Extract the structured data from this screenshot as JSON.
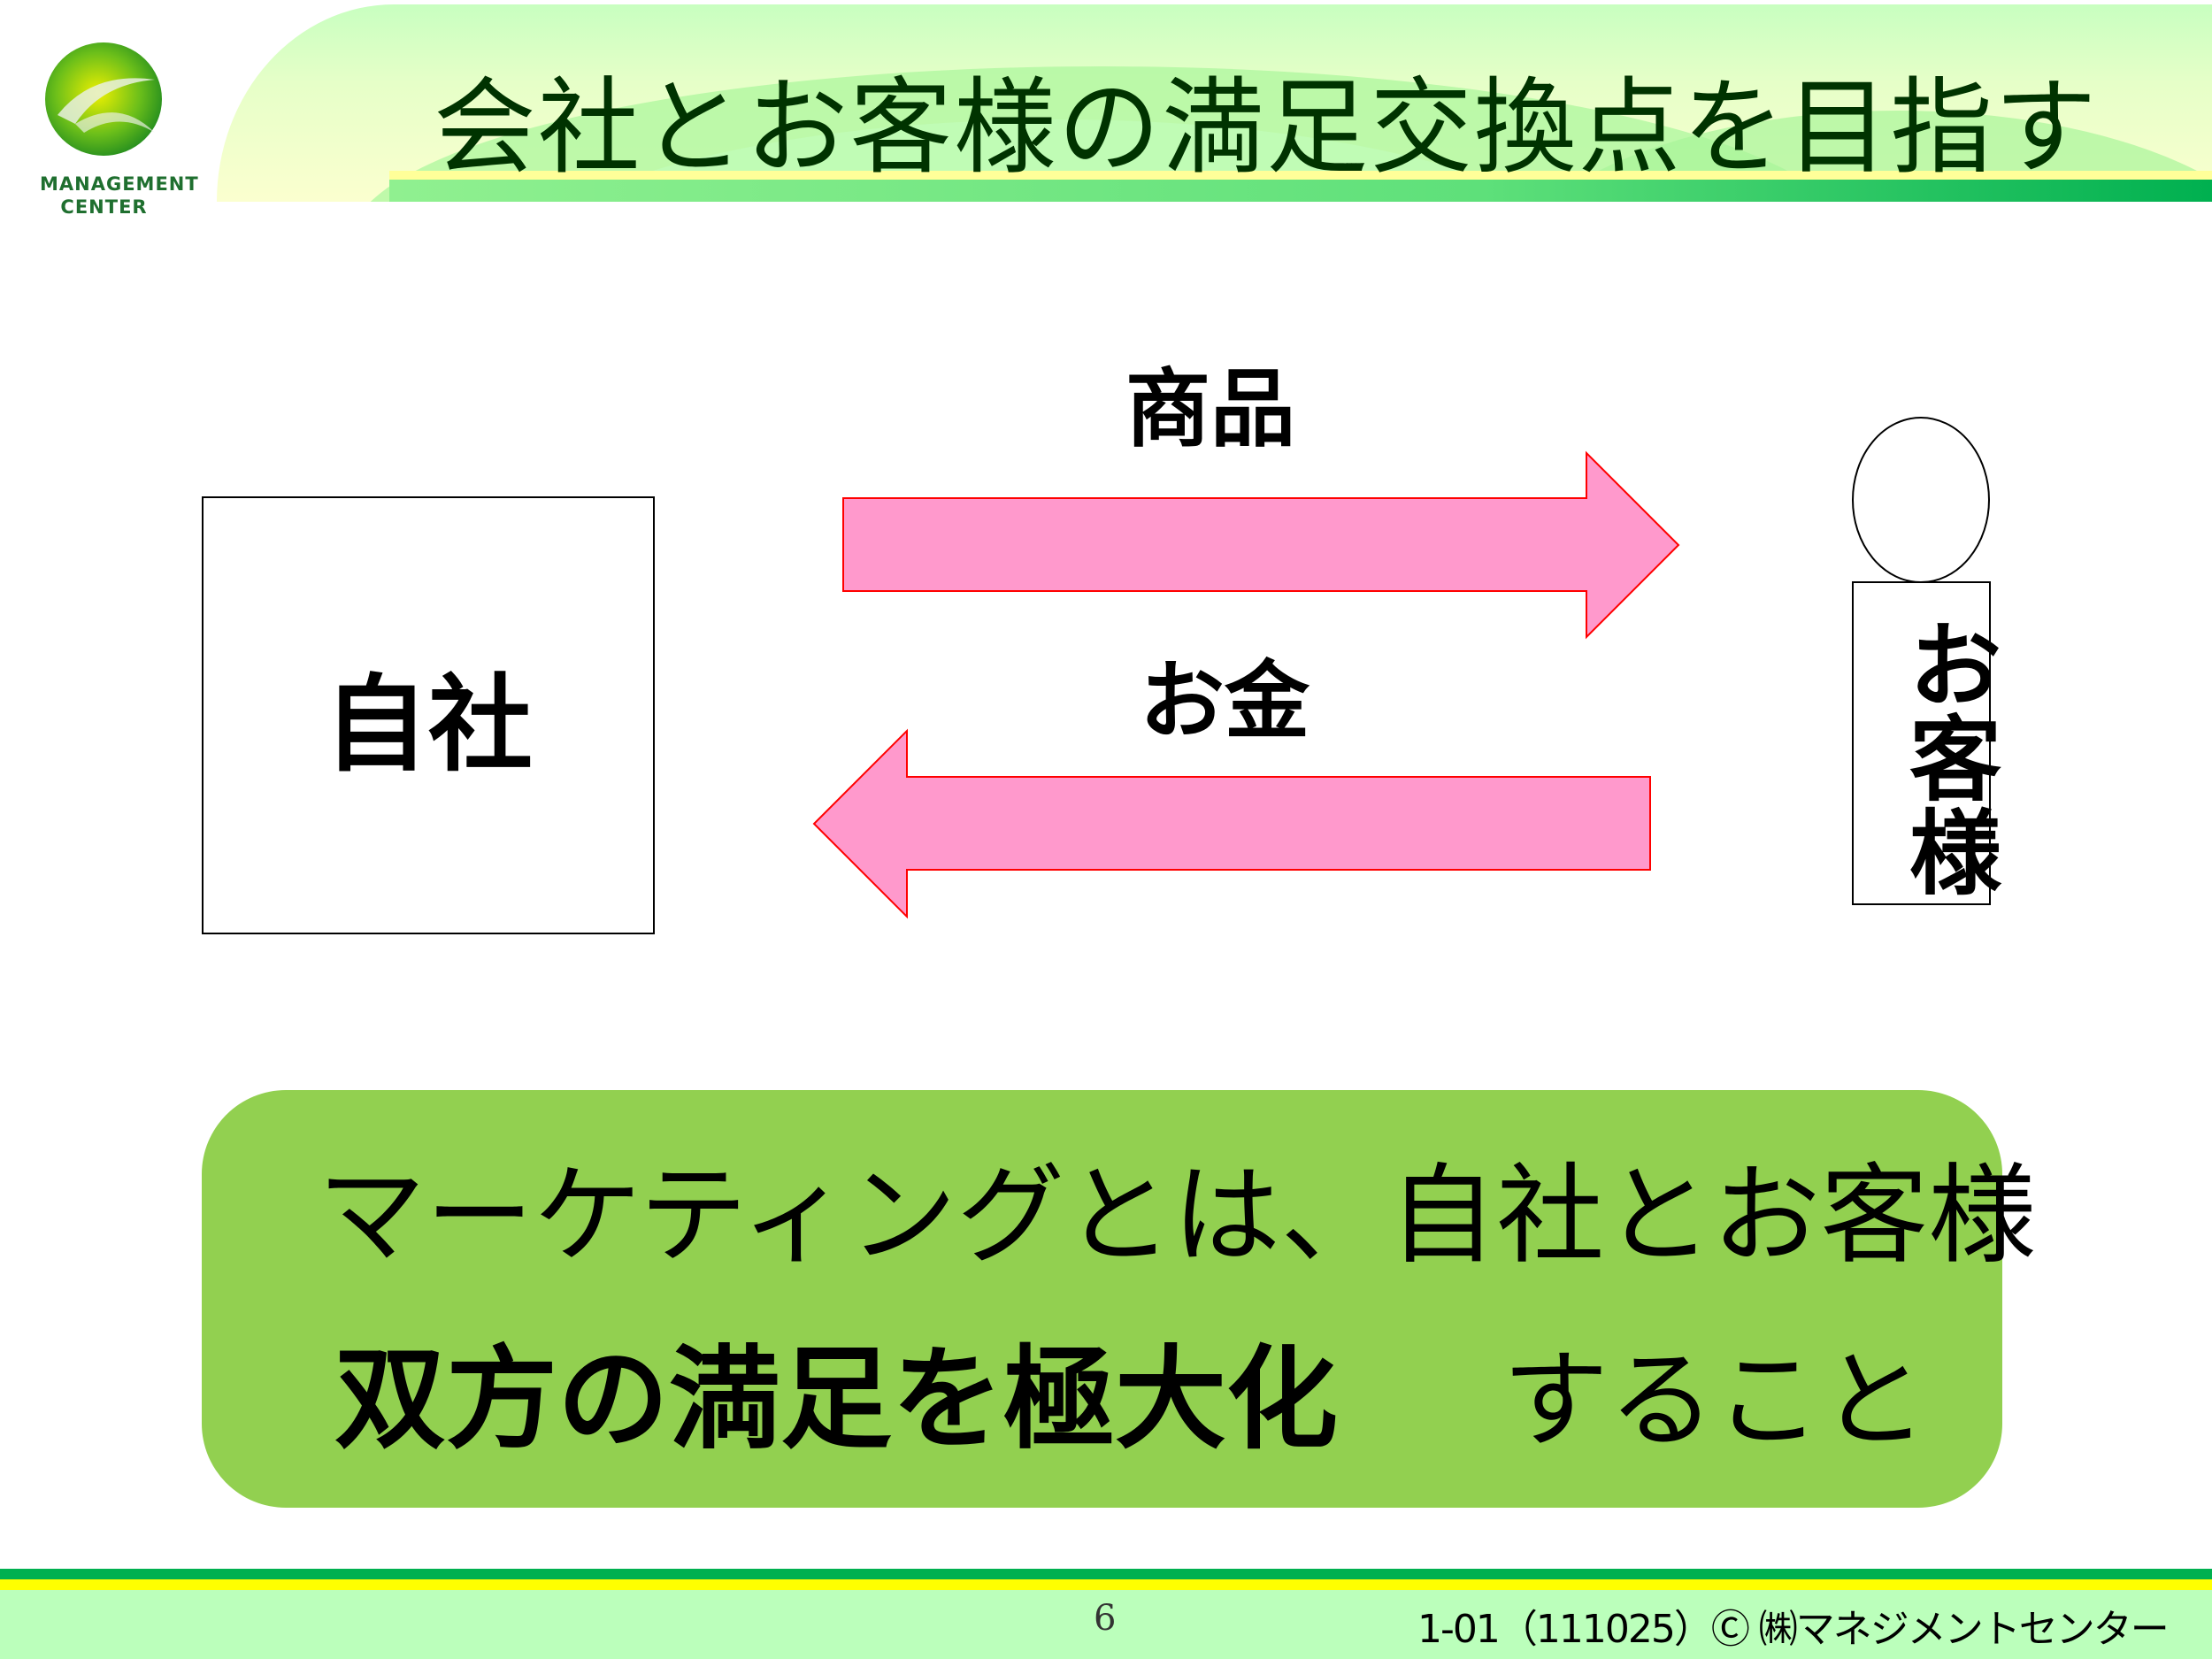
{
  "header": {
    "title": "会社とお客様の満足交換点を目指す",
    "logo_text": "MANAGEMENT CENTER"
  },
  "diagram": {
    "company": "自社",
    "product_label": "商品",
    "money_label": "お金",
    "customer": "お客様",
    "arrow_fill": "#ff99cc",
    "arrow_stroke": "#ff0000"
  },
  "message": {
    "line1": "マーケティングとは、自社とお客様",
    "line2_bold": "双方の満足を極大化",
    "line2_rest": "すること",
    "bg_color": "#92d050"
  },
  "footer": {
    "page_number": "6",
    "copyright": "1-01（111025）Ⓒ ㈱マネジメントセンター"
  }
}
